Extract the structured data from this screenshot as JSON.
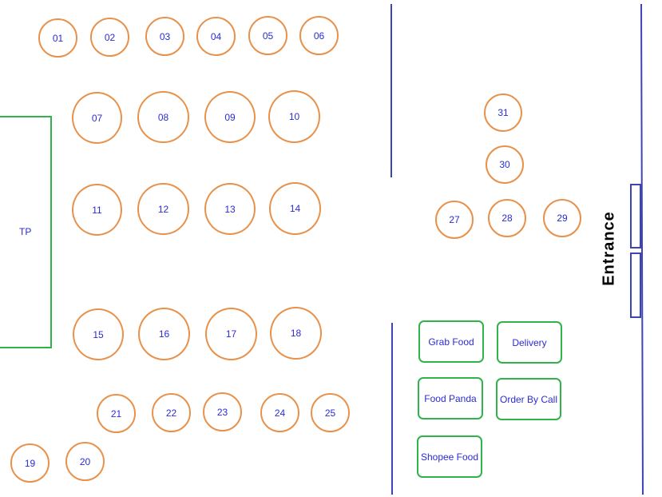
{
  "colors": {
    "table_border": "#e8914a",
    "order_box_border": "#2fb34a",
    "label_text": "#2b2bd6",
    "divider_line": "#3d44b3",
    "tp_border": "#2fb34a"
  },
  "tp": {
    "label": "TP"
  },
  "entrance": {
    "label": "Entrance"
  },
  "tables": [
    {
      "label": "01"
    },
    {
      "label": "02"
    },
    {
      "label": "03"
    },
    {
      "label": "04"
    },
    {
      "label": "05"
    },
    {
      "label": "06"
    },
    {
      "label": "07"
    },
    {
      "label": "08"
    },
    {
      "label": "09"
    },
    {
      "label": "10"
    },
    {
      "label": "11"
    },
    {
      "label": "12"
    },
    {
      "label": "13"
    },
    {
      "label": "14"
    },
    {
      "label": "15"
    },
    {
      "label": "16"
    },
    {
      "label": "17"
    },
    {
      "label": "18"
    },
    {
      "label": "19"
    },
    {
      "label": "20"
    },
    {
      "label": "21"
    },
    {
      "label": "22"
    },
    {
      "label": "23"
    },
    {
      "label": "24"
    },
    {
      "label": "25"
    },
    {
      "label": "27"
    },
    {
      "label": "28"
    },
    {
      "label": "29"
    },
    {
      "label": "30"
    },
    {
      "label": "31"
    }
  ],
  "order_channels": [
    {
      "label": "Grab Food"
    },
    {
      "label": "Delivery"
    },
    {
      "label": "Food Panda"
    },
    {
      "label": "Order By Call"
    },
    {
      "label": "Shopee Food"
    }
  ]
}
